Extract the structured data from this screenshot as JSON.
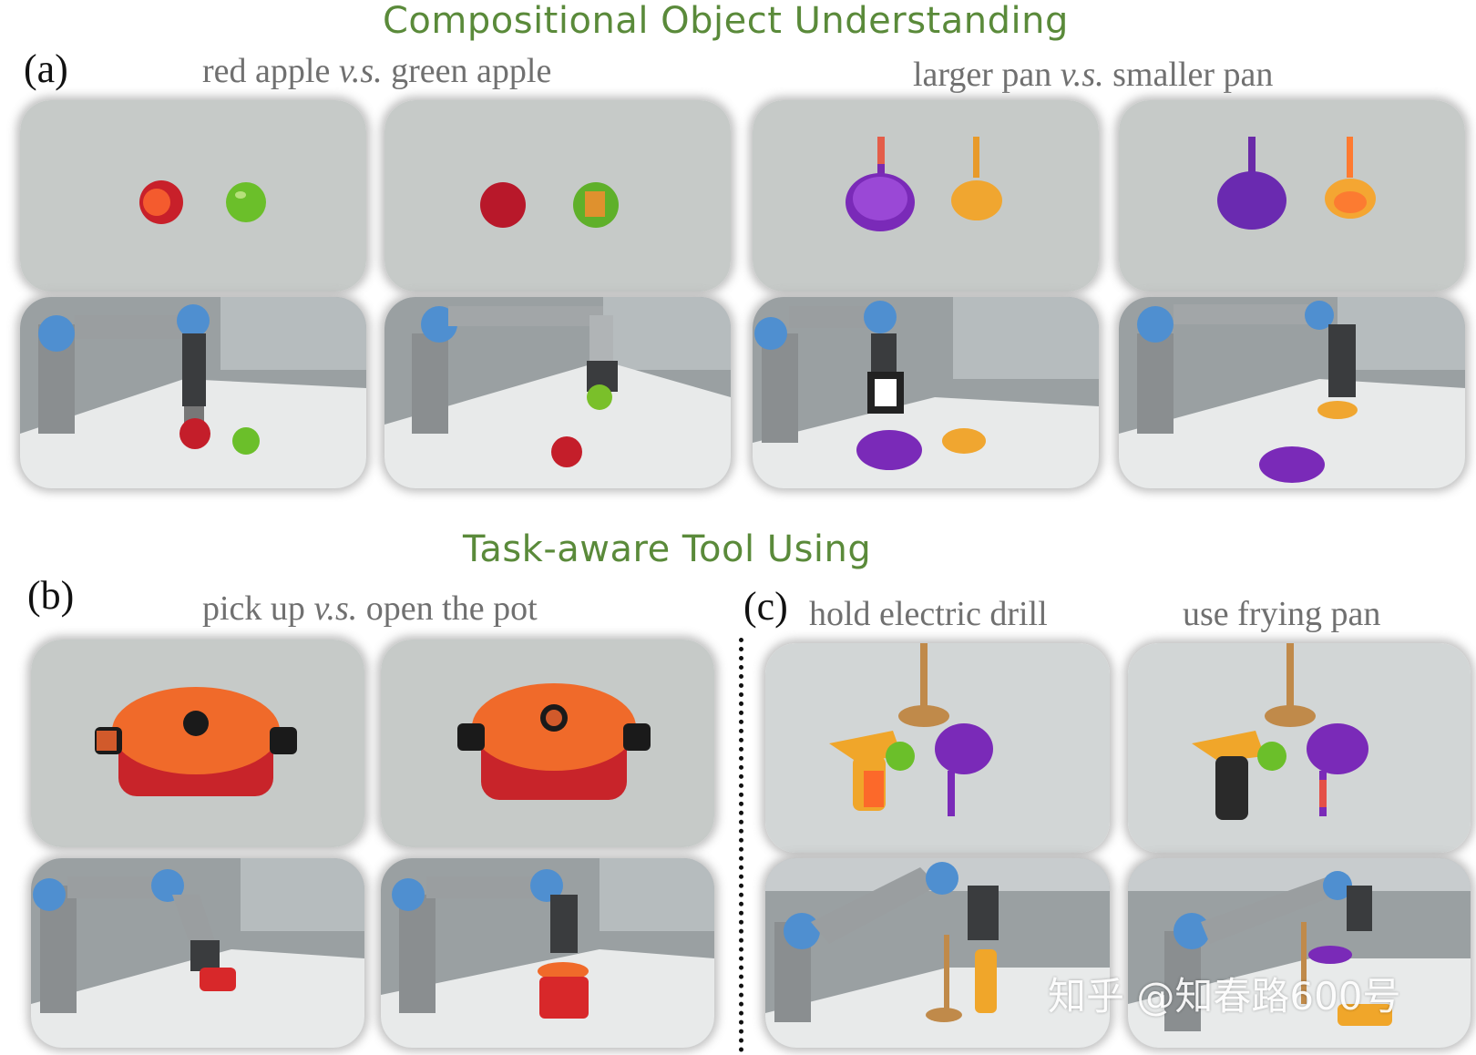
{
  "headings": {
    "top": "Compositional Object Understanding",
    "middle": "Task-aware Tool Using"
  },
  "panels": {
    "a": {
      "letter": "(a)",
      "caption_left": {
        "pre": "red apple ",
        "vs": "v.s.",
        "post": " green apple"
      },
      "caption_right": {
        "pre": "larger pan ",
        "vs": "v.s.",
        "post": " smaller pan"
      }
    },
    "b": {
      "letter": "(b)",
      "caption": {
        "pre": "pick up ",
        "vs": "v.s.",
        "post": " open the pot"
      }
    },
    "c": {
      "letter": "(c)",
      "caption_left": "hold electric drill",
      "caption_right": "use frying pan"
    }
  },
  "watermark": "知乎 @知春路600号",
  "colors": {
    "heading": "#5a8a3a",
    "caption": "#707070",
    "table_gray": "#c9ccca",
    "robot_blue": "#4f8fd0",
    "highlight": "#ff5a2a"
  }
}
